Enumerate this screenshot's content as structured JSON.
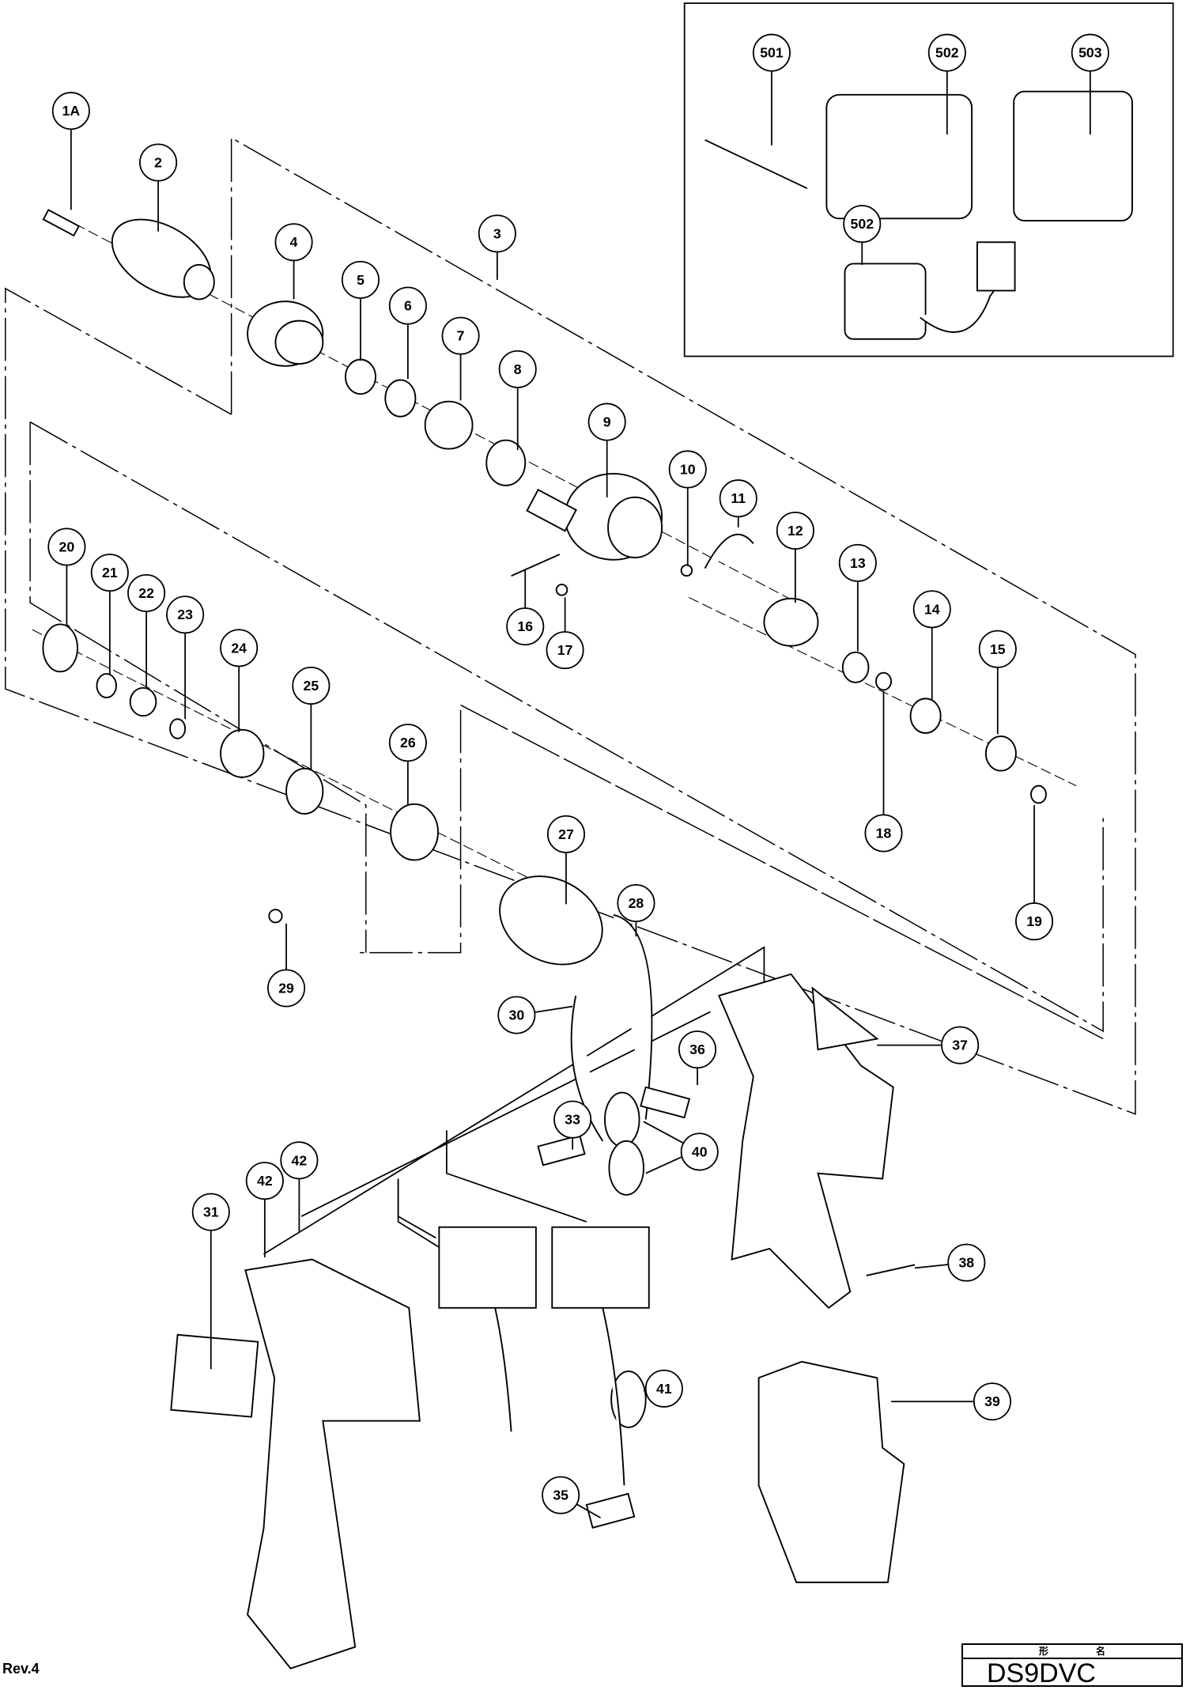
{
  "callouts": [
    "1A",
    "2",
    "3",
    "4",
    "5",
    "6",
    "7",
    "8",
    "9",
    "10",
    "11",
    "12",
    "13",
    "14",
    "15",
    "16",
    "17",
    "18",
    "19",
    "20",
    "21",
    "22",
    "23",
    "24",
    "25",
    "26",
    "27",
    "28",
    "29",
    "30",
    "31",
    "33",
    "35",
    "36",
    "37",
    "38",
    "39",
    "40",
    "41",
    "42",
    "42",
    "501",
    "502",
    "502",
    "503"
  ],
  "revision": "Rev.4",
  "title_block": {
    "header_left": "形",
    "header_right": "名",
    "model": "DS9DVC"
  }
}
